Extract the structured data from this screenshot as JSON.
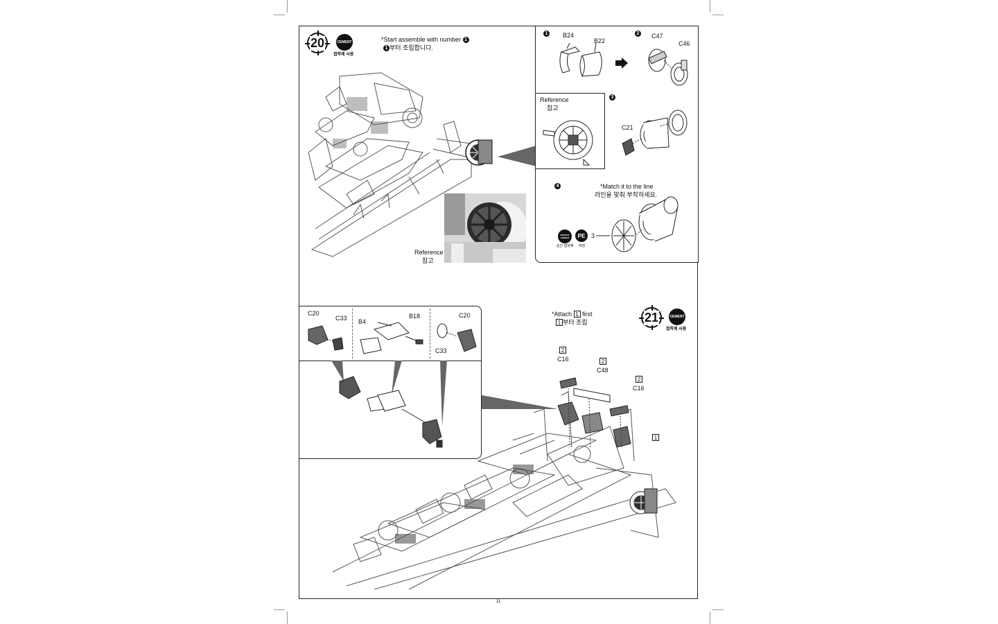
{
  "page_number": "11",
  "step20": {
    "number": "20",
    "cement_label": "CEMENT",
    "cement_caption": "접착제 사용",
    "instruction_en": "*Start assemble with number",
    "instruction_marker": "1",
    "instruction_ko": "부터 조립합니다.",
    "reference_photo_label_en": "Reference",
    "reference_photo_label_ko": "참고"
  },
  "substeps": {
    "s1": {
      "marker": "1",
      "parts": [
        "B24",
        "B22"
      ]
    },
    "s2": {
      "marker": "2",
      "parts": [
        "C47",
        "C46"
      ]
    },
    "s3": {
      "marker": "3",
      "parts": [
        "C21"
      ]
    },
    "s4": {
      "marker": "4",
      "note_en": "*Match it to the line",
      "note_ko": "라인을 맞춰 부착하세요.",
      "instant_cement_label": "INSTANT CEMENT",
      "instant_cement_caption": "순간 접착제",
      "pe_label": "PE",
      "pe_caption": "에칭",
      "pe_part": "3"
    },
    "reference_en": "Reference",
    "reference_ko": "참고"
  },
  "step21": {
    "number": "21",
    "cement_label": "CEMENT",
    "cement_caption": "접착제 사용",
    "instruction_en_pre": "*Attach",
    "instruction_box": "1",
    "instruction_en_post": "first",
    "instruction_ko": "부터 조립",
    "panel_parts": [
      "C20",
      "C33",
      "B4",
      "B18",
      "C20",
      "C33"
    ],
    "callouts": [
      {
        "box": "2",
        "part": "C16"
      },
      {
        "box": "2",
        "part": "C48"
      },
      {
        "box": "2",
        "part": "C16"
      },
      {
        "box": "1",
        "part": ""
      }
    ]
  }
}
